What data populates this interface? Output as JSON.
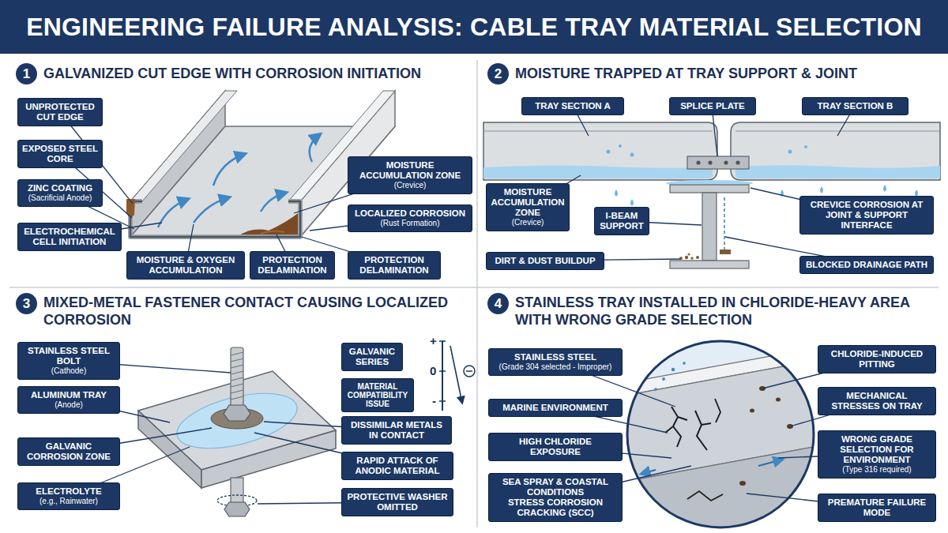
{
  "diagram": {
    "title": "ENGINEERING FAILURE ANALYSIS: CABLE TRAY MATERIAL SELECTION",
    "nodes": [
      {
        "text": [
          "1"
        ]
      },
      {
        "text": [
          "UNPROTECTED CUT EDGE"
        ]
      },
      {
        "text": [
          "EXPOSED STEEL CORE"
        ]
      },
      {
        "text": [
          "ZINC COATING",
          "(Sacrificial Anode)"
        ]
      },
      {
        "text": [
          "ELECTROCHEMICAL CELL INITIATION"
        ]
      },
      {
        "text": [
          "MOISTURE & OXYGEN ACCUMULATION"
        ]
      },
      {
        "text": [
          "PROTECTION DELAMINATION"
        ]
      },
      {
        "text": [
          "MOISTURE ACCUMULATION ZONE",
          "(Crevice)"
        ]
      },
      {
        "text": [
          "LOCALIZED CORROSION",
          "(Rust Formation)"
        ]
      },
      {
        "text": [
          "PROTECTION DELAMINATION"
        ]
      },
      {
        "text": [
          "2"
        ]
      },
      {
        "text": [
          "TRAY SECTION A"
        ]
      },
      {
        "text": [
          "SPLICE PLATE"
        ]
      },
      {
        "text": [
          "TRAY SECTION B"
        ]
      },
      {
        "text": [
          "MOISTURE ACCUMULATION ZONE",
          "(Crevice)"
        ]
      },
      {
        "text": [
          "I-BEAM SUPPORT"
        ]
      },
      {
        "text": [
          "DIRT & DUST BUILDUP"
        ]
      },
      {
        "text": [
          "CREVICE CORROSION AT JOINT & SUPPORT INTERFACE"
        ]
      },
      {
        "text": [
          "BLOCKED DRAINAGE PATH"
        ]
      },
      {
        "text": [
          "3"
        ]
      },
      {
        "text": [
          "STAINLESS STEEL BOLT",
          "(Cathode)"
        ]
      },
      {
        "text": [
          "ALUMINUM TRAY",
          "(Anode)"
        ]
      },
      {
        "text": [
          "GALVANIC CORROSION ZONE"
        ]
      },
      {
        "text": [
          "ELECTROLYTE",
          "(e.g., Rainwater)"
        ]
      },
      {
        "text": [
          "GALVANIC SERIES"
        ]
      },
      {
        "text": [
          "MATERIAL COMPATIBILITY ISSUE"
        ]
      },
      {
        "text": [
          "DISSIMILAR METALS IN CONTACT"
        ]
      },
      {
        "text": [
          "RAPID ATTACK OF ANODIC MATERIAL"
        ]
      },
      {
        "text": [
          "PROTECTIVE WASHER OMITTED"
        ]
      },
      {
        "text": [
          "4"
        ]
      },
      {
        "text": [
          "STAINLESS STEEL",
          "(Grade 304 selected - Improper)"
        ]
      },
      {
        "text": [
          "MARINE ENVIRONMENT"
        ]
      },
      {
        "text": [
          "HIGH CHLORIDE EXPOSURE"
        ]
      },
      {
        "text": [
          "SEA SPRAY & COASTAL CONDITIONS",
          "STRESS CORROSION CRACKING (SCC)"
        ]
      },
      {
        "text": [
          "CHLORIDE-INDUCED PITTING"
        ]
      },
      {
        "text": [
          "MECHANICAL STRESSES ON TRAY"
        ]
      },
      {
        "text": [
          "WRONG GRADE SELECTION FOR ENVIRONMENT",
          "(Type 316 required)"
        ]
      },
      {
        "text": [
          "PREMATURE FAILURE MODE"
        ]
      }
    ],
    "labels": [
      "GALVANIZED CUT EDGE WITH CORROSION INITIATION",
      "MOISTURE TRAPPED AT TRAY SUPPORT & JOINT",
      "MIXED-METAL FASTENER CONTACT CAUSING LOCALIZED CORROSION",
      "+",
      "0",
      "-",
      "STAINLESS TRAY INSTALLED IN CHLORIDE-HEAVY AREA WITH WRONG GRADE SELECTION"
    ]
  }
}
